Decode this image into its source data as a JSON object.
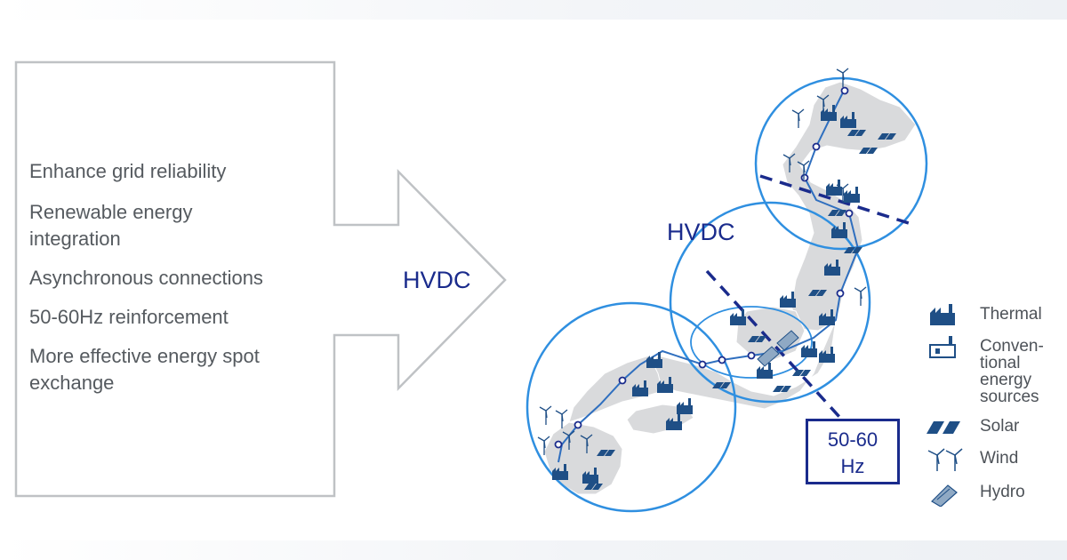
{
  "benefits": [
    "Enhance grid reliability",
    "Renewable energy integration",
    "Asynchronous connections",
    "50-60Hz reinforcement",
    "More effective energy spot exchange"
  ],
  "arrow_label": "HVDC",
  "map_label": "HVDC",
  "hz_box": {
    "line1": "50-60",
    "line2": "Hz"
  },
  "legend": {
    "thermal": "Thermal",
    "conventional": [
      "Conven-",
      "tional",
      "energy",
      "sources"
    ],
    "solar": "Solar",
    "wind": "Wind",
    "hydro": "Hydro"
  },
  "colors": {
    "circle": "#2f8fe0",
    "hvdc_text": "#1a2b8c",
    "dashed_line": "#1a2b8c",
    "land": "#d9dadc",
    "icon": "#1f4f86",
    "arrow_outline": "#bfc2c5"
  },
  "icons": [
    "thermal-plant-icon",
    "conventional-plant-icon",
    "solar-panel-icon",
    "wind-turbine-icon",
    "hydro-dam-icon"
  ]
}
